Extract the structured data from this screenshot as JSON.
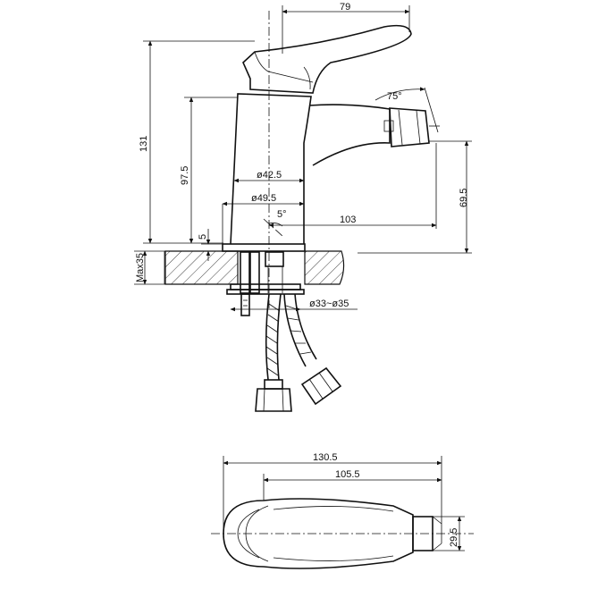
{
  "dimensions": {
    "top_width": "79",
    "total_height": "131",
    "spout_height": "97.5",
    "angle": "75°",
    "body_diameter": "ø42.5",
    "base_diameter": "ø49.5",
    "tilt_angle": "5°",
    "spout_reach": "103",
    "outlet_height": "69.5",
    "base_thickness": "5",
    "max_counter": "Max35",
    "hole_diameter": "ø33~ø35",
    "plan_total_length": "130.5",
    "plan_handle_length": "105.5",
    "plan_outlet_diameter": "29.5"
  },
  "colors": {
    "line": "#111111",
    "background": "#ffffff"
  }
}
